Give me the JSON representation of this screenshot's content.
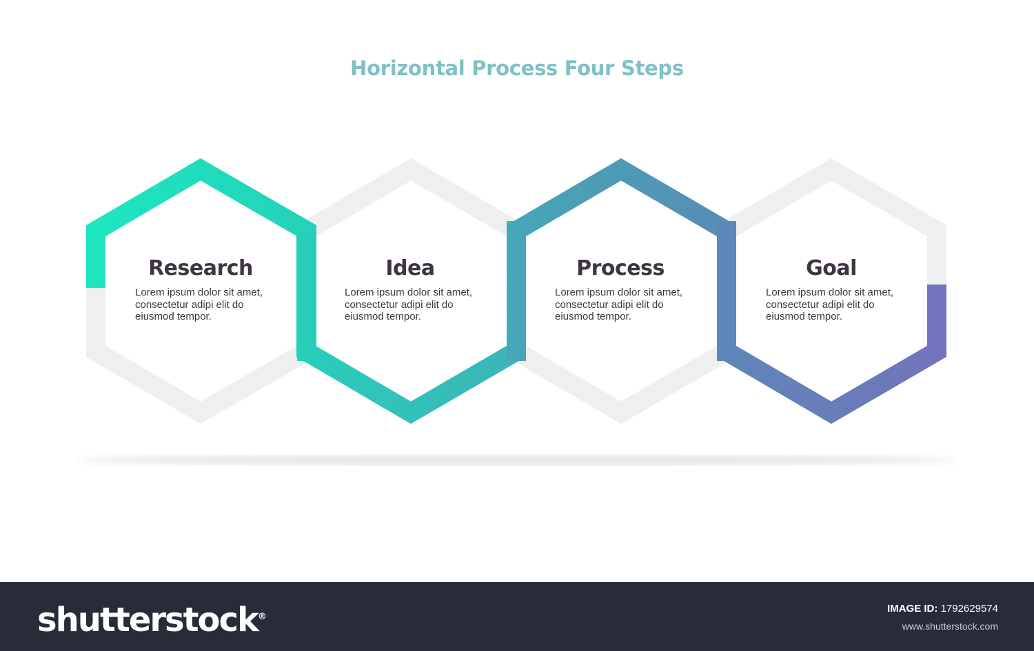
{
  "diagram": {
    "title": "Horizontal Process Four Steps",
    "title_color": "#7ec1c6",
    "outline_color": "#efefef",
    "steps": [
      {
        "title": "Research",
        "text": "Lorem ipsum dolor sit amet, consectetur adipi elit do eiusmod tempor.",
        "color": "#1de0bc"
      },
      {
        "title": "Idea",
        "text": "Lorem ipsum dolor sit amet, consectetur adipi elit do eiusmod tempor.",
        "color": "#2cc1b8"
      },
      {
        "title": "Process",
        "text": "Lorem ipsum dolor sit amet, consectetur adipi elit do eiusmod tempor.",
        "color": "#4d99b5"
      },
      {
        "title": "Goal",
        "text": "Lorem ipsum dolor sit amet, consectetur adipi elit do eiusmod tempor.",
        "color": "#6e6fbb"
      }
    ]
  },
  "footer": {
    "brand": "shutterstock",
    "brand_mark": "®",
    "image_id_label": "IMAGE ID:",
    "image_id": "1792629574",
    "url": "www.shutterstock.com"
  }
}
